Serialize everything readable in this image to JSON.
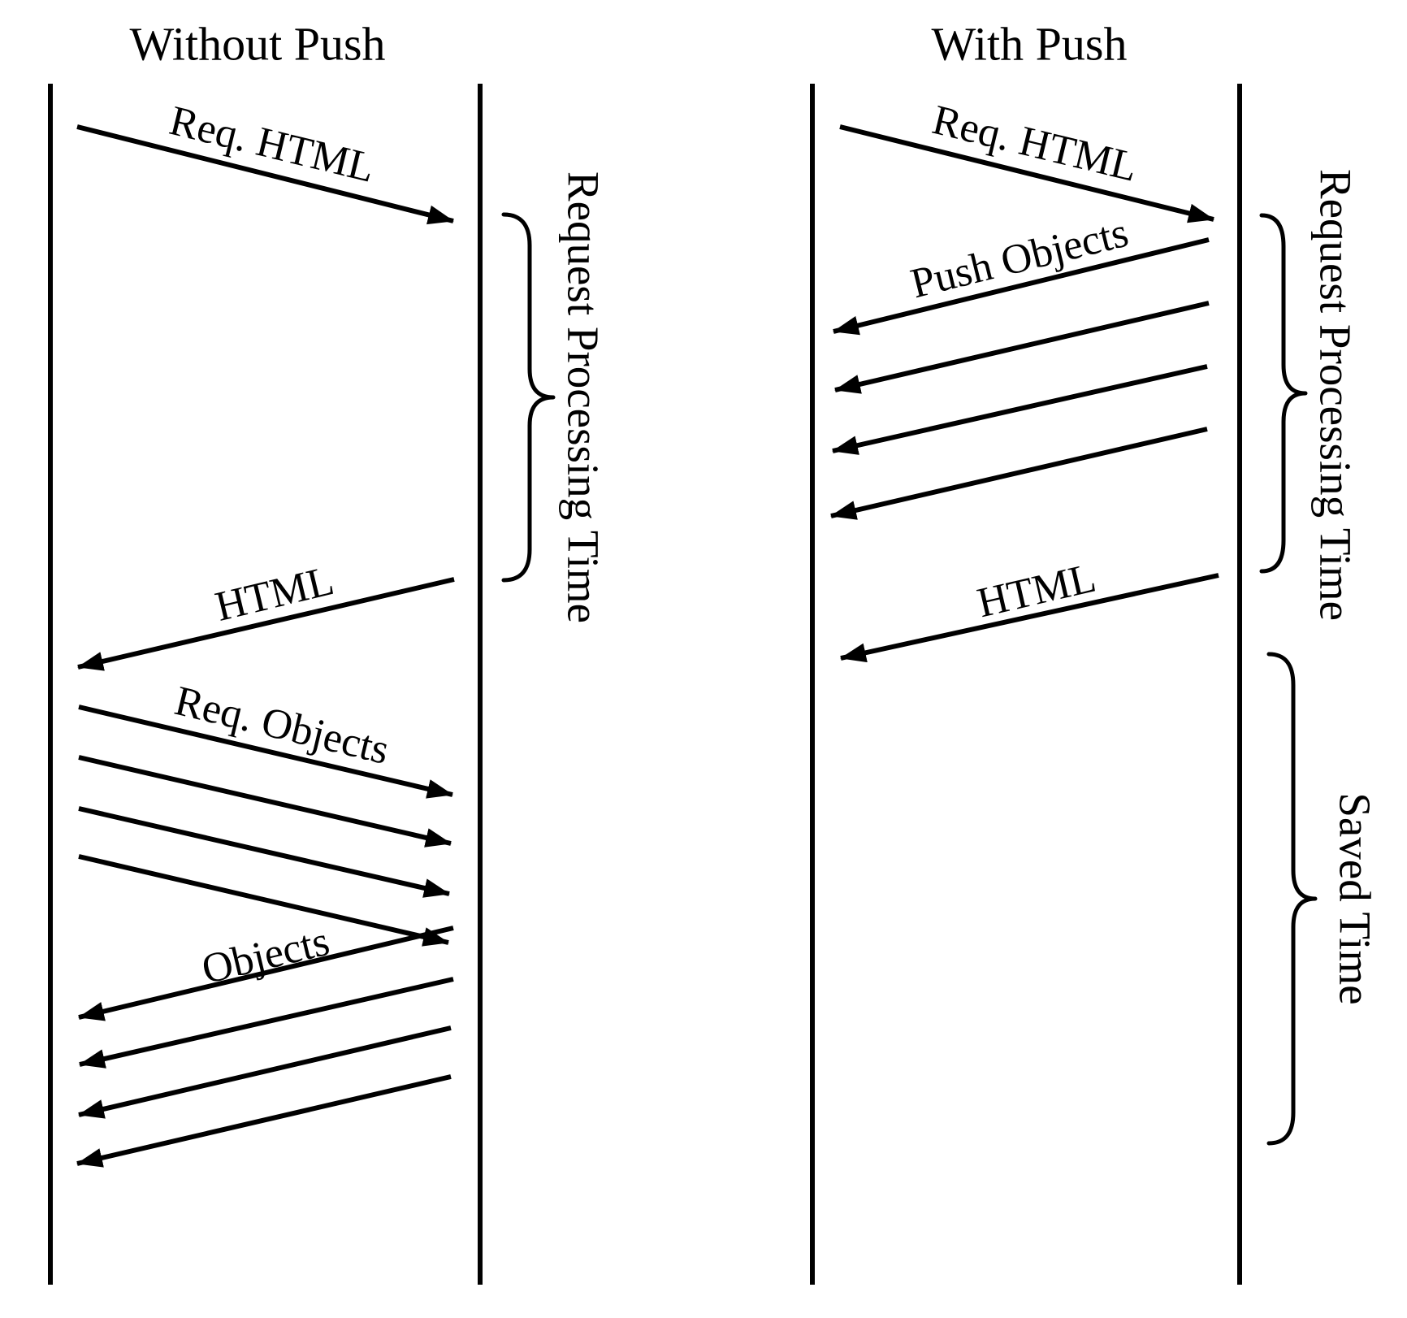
{
  "figure": {
    "background_color": "#ffffff",
    "ink_color": "#000000",
    "description": "Sequence diagram comparing HTTP loading without server push and with server push"
  },
  "left_panel": {
    "title": "Without Push",
    "arrow_labels": {
      "req_html": "Req. HTML",
      "html": "HTML",
      "req_objects": "Req. Objects",
      "objects": "Objects"
    },
    "brace_label": "Request Processing Time",
    "arrow_counts": {
      "req_objects": 4,
      "objects": 4
    }
  },
  "right_panel": {
    "title": "With Push",
    "arrow_labels": {
      "req_html": "Req. HTML",
      "push_objects": "Push Objects",
      "html": "HTML"
    },
    "brace_labels": {
      "request_processing": "Request Processing Time",
      "saved_time": "Saved Time"
    },
    "arrow_counts": {
      "push_objects": 4
    }
  }
}
